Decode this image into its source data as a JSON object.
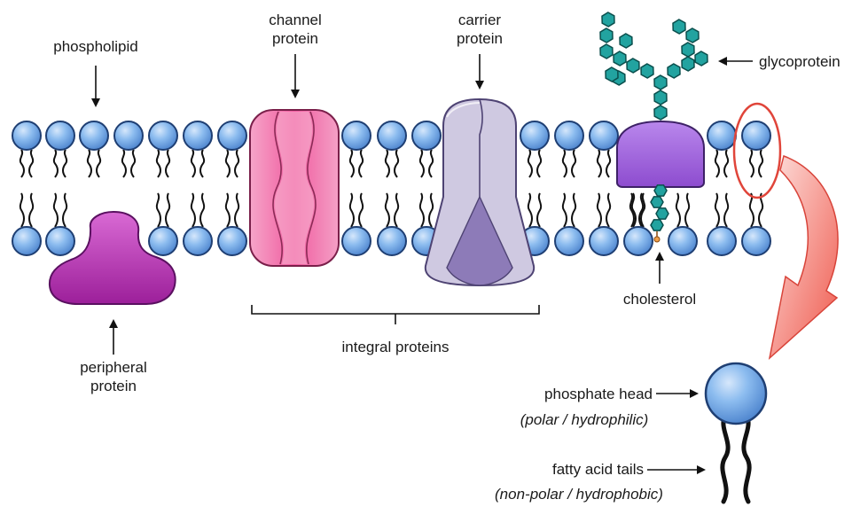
{
  "labels": {
    "phospholipid": "phospholipid",
    "channel_protein": [
      "channel",
      "protein"
    ],
    "carrier_protein": [
      "carrier",
      "protein"
    ],
    "glycoprotein": "glycoprotein",
    "peripheral_protein": [
      "peripheral",
      "protein"
    ],
    "integral_proteins": "integral proteins",
    "cholesterol": "cholesterol",
    "phosphate_head": "phosphate head",
    "phosphate_head_note": "(polar / hydrophilic)",
    "fatty_acid_tails": "fatty acid tails",
    "fatty_acid_tails_note": "(non-polar / hydrophobic)"
  },
  "colors": {
    "phosphate_head": "#7fb2ea",
    "phosphate_head_outline": "#1f3f73",
    "channel_protein": "#f07ab0",
    "carrier_protein": "#c9c3dc",
    "carrier_protein_shadow": "#8a76b4",
    "peripheral_protein": "#b82cb4",
    "glycoprotein_base": "#a565dc",
    "glycoprotein_sugar": "#22a3a0",
    "cholesterol": "#f0a04a",
    "highlight_loop": "#e0453a",
    "highlight_arrow": "#ef6358"
  },
  "icons": {
    "arrow": "down-arrow-icon",
    "curved_arrow": "curved-arrow-icon"
  }
}
